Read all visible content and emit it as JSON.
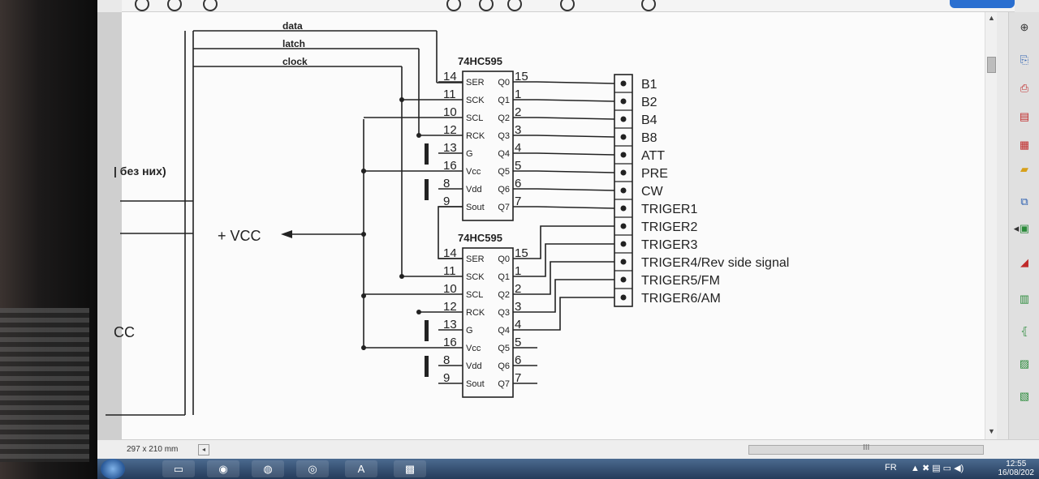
{
  "statusbar": {
    "page_size": "297 x 210 mm",
    "scroll_grip": "III"
  },
  "taskbar": {
    "language": "FR",
    "time": "12:55",
    "date": "16/08/202"
  },
  "schematic": {
    "bus_labels": {
      "data": "data",
      "latch": "latch",
      "clock": "clock"
    },
    "left_text_1": "| без них)",
    "left_text_2": "CC",
    "vcc_label": "+ VCC",
    "chip1": {
      "name": "74HC595",
      "left_pins": [
        {
          "num": "14",
          "name": "SER"
        },
        {
          "num": "11",
          "name": "SCK"
        },
        {
          "num": "10",
          "name": "SCL"
        },
        {
          "num": "12",
          "name": "RCK"
        },
        {
          "num": "13",
          "name": "G"
        },
        {
          "num": "16",
          "name": "Vcc"
        },
        {
          "num": "8",
          "name": "Vdd"
        },
        {
          "num": "9",
          "name": "Sout"
        }
      ],
      "right_pins": [
        {
          "num": "15",
          "name": "Q0"
        },
        {
          "num": "1",
          "name": "Q1"
        },
        {
          "num": "2",
          "name": "Q2"
        },
        {
          "num": "3",
          "name": "Q3"
        },
        {
          "num": "4",
          "name": "Q4"
        },
        {
          "num": "5",
          "name": "Q5"
        },
        {
          "num": "6",
          "name": "Q6"
        },
        {
          "num": "7",
          "name": "Q7"
        }
      ]
    },
    "chip2": {
      "name": "74HC595",
      "left_pins": [
        {
          "num": "14",
          "name": "SER"
        },
        {
          "num": "11",
          "name": "SCK"
        },
        {
          "num": "10",
          "name": "SCL"
        },
        {
          "num": "12",
          "name": "RCK"
        },
        {
          "num": "13",
          "name": "G"
        },
        {
          "num": "16",
          "name": "Vcc"
        },
        {
          "num": "8",
          "name": "Vdd"
        },
        {
          "num": "9",
          "name": "Sout"
        }
      ],
      "right_pins": [
        {
          "num": "15",
          "name": "Q0"
        },
        {
          "num": "1",
          "name": "Q1"
        },
        {
          "num": "2",
          "name": "Q2"
        },
        {
          "num": "3",
          "name": "Q3"
        },
        {
          "num": "4",
          "name": "Q4"
        },
        {
          "num": "5",
          "name": "Q5"
        },
        {
          "num": "6",
          "name": "Q6"
        },
        {
          "num": "7",
          "name": "Q7"
        }
      ]
    },
    "connector_labels": [
      "B1",
      "B2",
      "B4",
      "B8",
      "ATT",
      "PRE",
      "CW",
      "TRIGER1",
      "TRIGER2",
      "TRIGER3",
      "TRIGER4/Rev side signal",
      "TRIGER5/FM",
      "TRIGER6/AM"
    ]
  }
}
